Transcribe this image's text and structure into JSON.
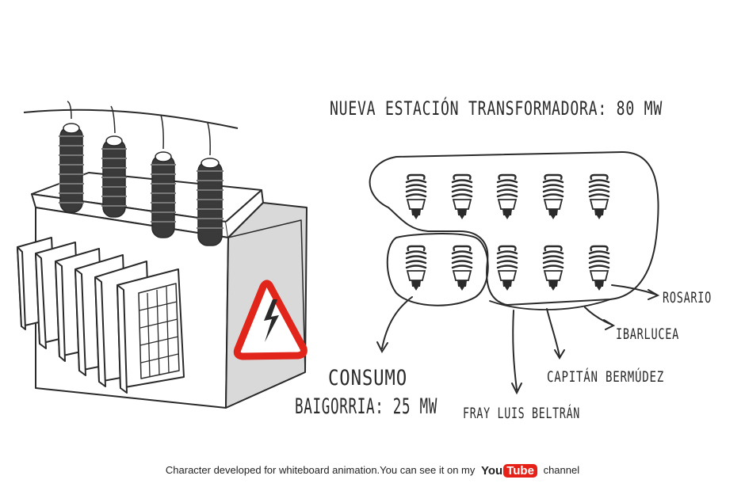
{
  "labels": {
    "title": "NUEVA ESTACIÓN TRANSFORMADORA: 80 MW",
    "consumo_line1": "CONSUMO",
    "consumo_line2": "BAIGORRIA: 25 MW",
    "rosario": "ROSARIO",
    "ibarlucea": "IBARLUCEA",
    "capitan": "CAPITÁN BERMÚDEZ",
    "fray": "FRAY LUIS BELTRÁN"
  },
  "caption": {
    "text": "Character developed for whiteboard animation.You can see it on my",
    "logo_you": "You",
    "logo_tube": "Tube",
    "suffix": "channel"
  },
  "colors": {
    "warning_red": "#e1251b",
    "panel_gray": "#d9d9d9",
    "insulator": "#3a3a3a",
    "youtube_red": "#e62117"
  },
  "icons": [
    "high-voltage-warning-icon",
    "cfl-bulb-icon",
    "youtube-logo-icon"
  ]
}
